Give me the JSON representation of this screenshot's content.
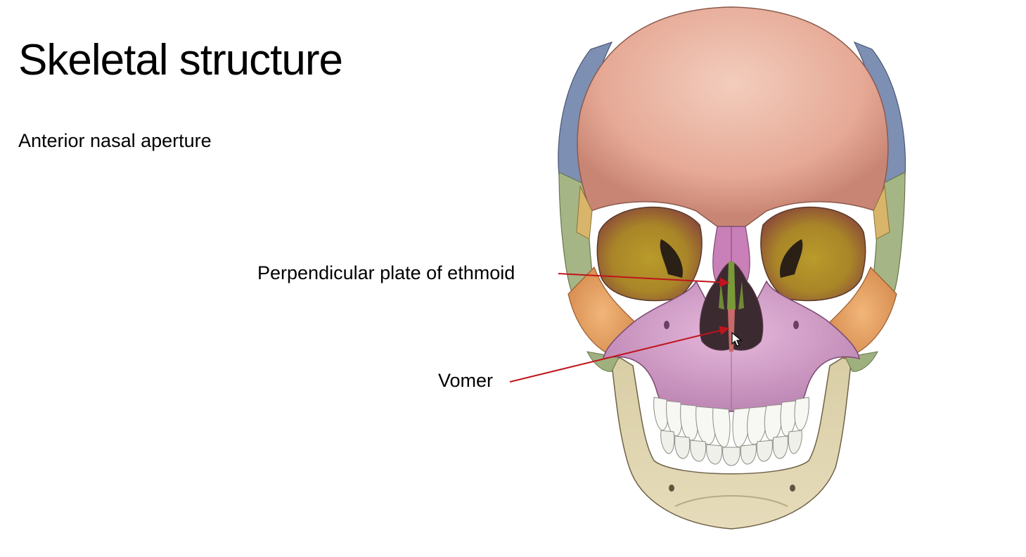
{
  "slide": {
    "title": "Skeletal structure",
    "subtitle": "Anterior nasal aperture"
  },
  "figure": {
    "subject": "skull-anterior-view",
    "labels": {
      "ethmoid": "Perpendicular plate of ethmoid",
      "vomer": "Vomer"
    },
    "colors": {
      "frontal": "#e9b39f",
      "parietal": "#7d8fb3",
      "temporal": "#9fb07f",
      "sphenoid": "#d8b56a",
      "zygomatic": "#e9a56a",
      "maxilla": "#d9a3cf",
      "nasal": "#c97fb7",
      "ethmoid": "#7a9a3a",
      "vomer": "#c96a6a",
      "mandible": "#ddd3ad",
      "teeth": "#f6f6f2",
      "orbit": "#b9a132",
      "arrow": "#c0141c"
    }
  },
  "cursor": {
    "icon": "mouse-pointer-icon"
  }
}
